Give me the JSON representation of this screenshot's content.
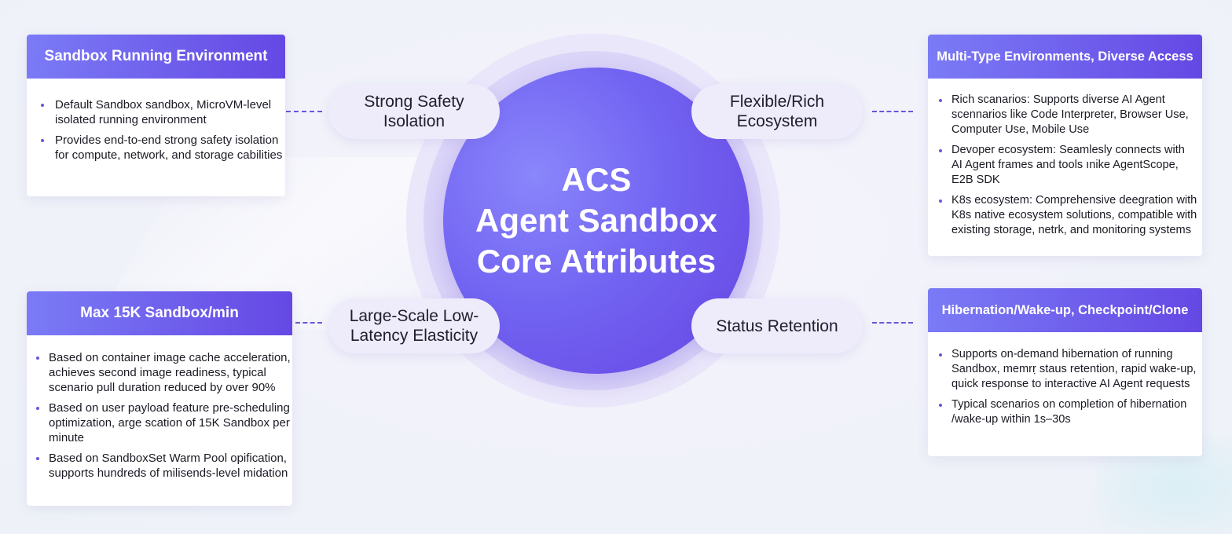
{
  "center": {
    "lines": [
      "ACS",
      "Agent Sandbox",
      "Core Attributes"
    ]
  },
  "pills": {
    "top_left": [
      "Strong Safety",
      "Isolation"
    ],
    "top_right": [
      "Flexible/Rich",
      "Ecosystem"
    ],
    "bottom_left": [
      "Large-Scale Low-",
      "Latency Elasticity"
    ],
    "bottom_right": [
      "Status Retention"
    ]
  },
  "cards": {
    "top_left": {
      "title": "Sandbox Running Environment",
      "items": [
        [
          "Default Sandbox sandbox, MicroVM-level",
          "isolated running environment"
        ],
        [
          "Provides end-to-end strong safety isolation",
          "for compute, network, and storage cabilities"
        ]
      ]
    },
    "bottom_left": {
      "title": "Max 15K Sandbox/min",
      "items": [
        [
          "Based on container image cache acceleration,",
          "achieves second image readiness, typical",
          "scenario pull duration reduced by over 90%"
        ],
        [
          "Based on user payload feature pre-scheduling",
          "optimization, arge scation of 15K Sandbox per",
          "minute"
        ],
        [
          "Based on SandboxSet Warm Pool opification,",
          "supports hundreds of milisends-level midation"
        ]
      ]
    },
    "top_right": {
      "title": "Multi-Type Environments, Diverse Access",
      "items": [
        [
          "Rich scanarios: Supports diverse AI Agent",
          "scennarios like Code Interpreter, Browser Use,",
          "Computer Use, Mobile Use"
        ],
        [
          "Devoper ecosystem: Seamlesly connects with",
          "AI Agent frames and tools ınike AgentScope,",
          "E2B SDK"
        ],
        [
          "K8s ecosystem: Comprehensive deegration with",
          "K8s native ecosystem solutions, compatible with",
          "existing storage, netrk, and monitoring systems"
        ]
      ]
    },
    "bottom_right": {
      "title": "Hibernation/Wake-up, Checkpoint/Clone",
      "items": [
        [
          "Supports on-demand hibernation of running",
          "Sandbox, memrṛ staus retention, rapid wake-up,",
          "quick response to interactive AI Agent requests"
        ],
        [
          "Typical scenarios on completion of hibernation",
          "/wake-up within 1s–30s"
        ]
      ]
    }
  }
}
